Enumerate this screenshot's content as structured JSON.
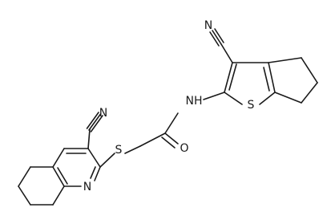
{
  "molecule": {
    "atom_labels": {
      "n_left_nitrile": "N",
      "n_right_nitrile": "N",
      "n_pyridine": "N",
      "s_thioether": "S",
      "o_carbonyl": "O",
      "nh_amide": "NH",
      "s_thiophene": "S"
    }
  },
  "colors": {
    "bond": "#1a1a1a",
    "label": "#1a1a1a",
    "background": "#ffffff"
  }
}
